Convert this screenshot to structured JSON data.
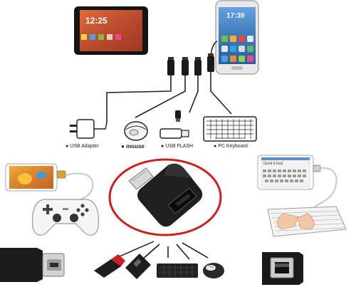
{
  "labels": {
    "usb_adapter": "USB Adapter",
    "mouse": "mouse",
    "usb_flash": "USB FLASH",
    "pc_keyboard": "PC Keyboard"
  },
  "tablet": {
    "time": "12:25"
  },
  "phone": {
    "time": "17:39"
  },
  "right_phone": {
    "text": "Good d God"
  },
  "colors": {
    "adapter_ring": "#cc1f1f",
    "adapter_body": "#1f1f1f",
    "tablet_screen": "#d25a28",
    "phone_screen": "#3f7dc4",
    "game_screen": "#e0902a",
    "cable": "#222222"
  }
}
